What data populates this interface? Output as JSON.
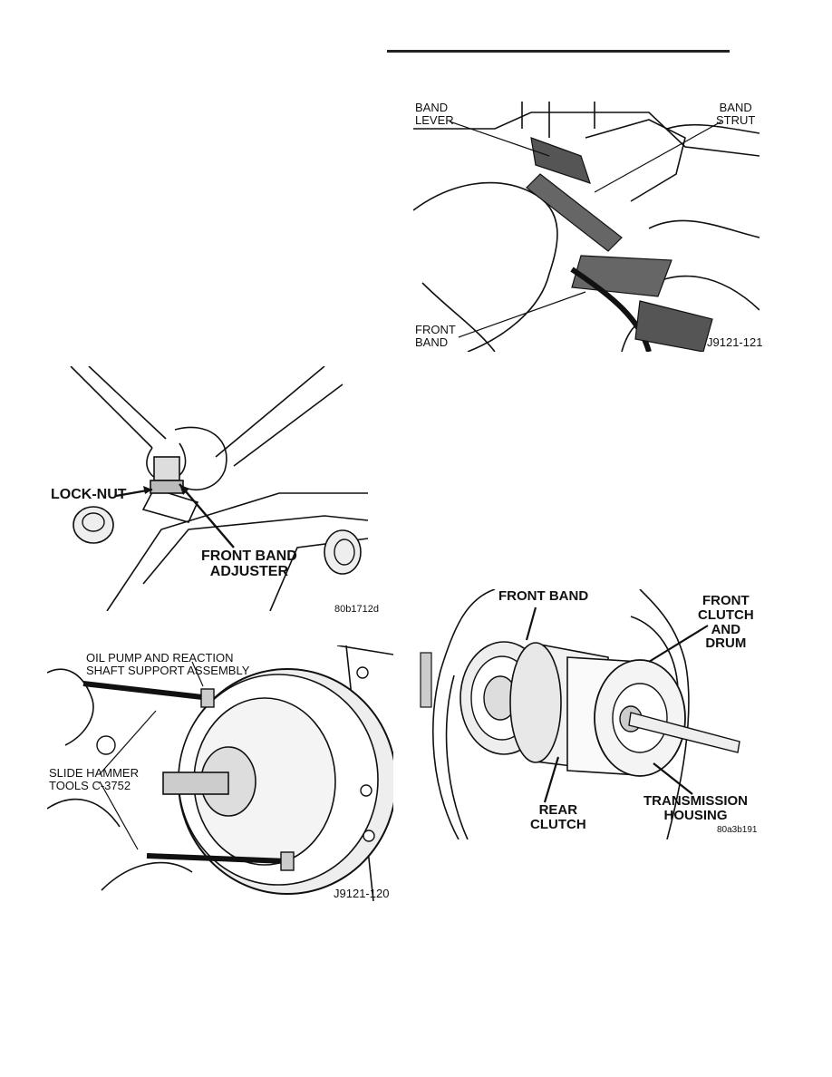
{
  "figures": {
    "band_lever": {
      "labels": {
        "band_lever": "BAND\nLEVER",
        "band_strut": "BAND\nSTRUT",
        "front_band": "FRONT\nBAND"
      },
      "code": "J9121-121"
    },
    "lock_nut": {
      "labels": {
        "lock_nut": "LOCK-NUT",
        "front_band_adjuster": "FRONT BAND\nADJUSTER"
      },
      "code": "80b1712d"
    },
    "oil_pump": {
      "labels": {
        "oil_pump": "OIL PUMP AND REACTION\nSHAFT SUPPORT ASSEMBLY",
        "slide_hammer": "SLIDE HAMMER\nTOOLS C-3752"
      },
      "code": "J9121-120"
    },
    "clutch": {
      "labels": {
        "front_band": "FRONT BAND",
        "front_clutch": "FRONT\nCLUTCH\nAND\nDRUM",
        "rear_clutch": "REAR\nCLUTCH",
        "transmission_housing": "TRANSMISSION\nHOUSING"
      },
      "code": "80a3b191"
    }
  }
}
